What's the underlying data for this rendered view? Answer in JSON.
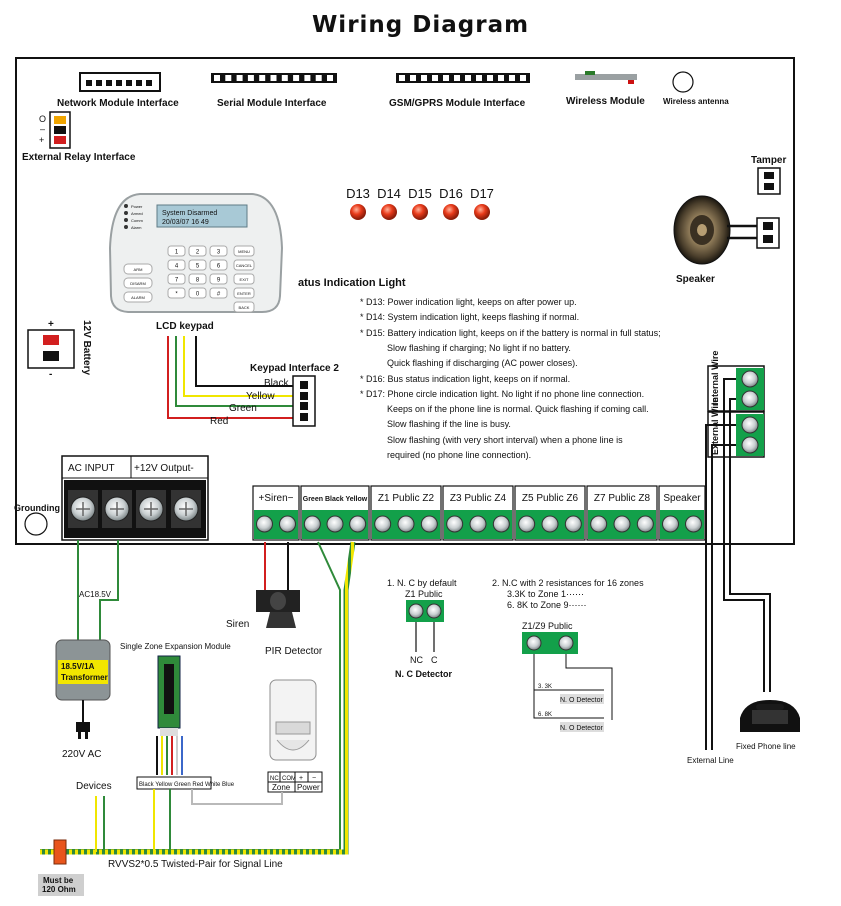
{
  "title": "Wiring Diagram",
  "board": {
    "network_module": "Network Module Interface",
    "serial_module": "Serial Module Interface",
    "gsm_module": "GSM/GPRS Module Interface",
    "wireless_module": "Wireless Module",
    "wireless_antenna": "Wireless antenna",
    "relay_interface": "External Relay Interface",
    "relay_pins": [
      "O",
      "–",
      "+"
    ],
    "tamper": "Tamper",
    "speaker": "Speaker",
    "lcd_keypad": "LCD keypad",
    "keypad_screen_line1": "System Disarmed",
    "keypad_screen_line2": "20/03/07 16 49",
    "keypad_indicators": [
      "Power",
      "Armed",
      "Comm",
      "Alarm"
    ],
    "keypad_side_keys": [
      "ARM",
      "DISARM",
      "ALARM"
    ],
    "keypad_nums": [
      "1",
      "2",
      "3",
      "4",
      "5",
      "6",
      "7",
      "8",
      "9",
      "*",
      "0",
      "#"
    ],
    "keypad_func_keys": [
      "MENU",
      "CANCEL",
      "EXIT",
      "ENTER",
      "BACK"
    ],
    "keypad_interface": "Keypad Interface 2",
    "wire_black": "Black",
    "wire_yellow": "Yellow",
    "wire_green": "Green",
    "wire_red": "Red",
    "battery": "12V Battery",
    "battery_plus": "+",
    "battery_minus": "-",
    "leds": [
      "D13",
      "D14",
      "D15",
      "D16",
      "D17"
    ],
    "status_title": "atus Indication Light",
    "internal_wire": "Internal Wire",
    "external_wire": "External Wire",
    "ac_input": "AC INPUT",
    "output_12v": "+12V Output-",
    "grounding": "Grounding"
  },
  "status_notes": [
    {
      "text": "D13: Power indication light, keeps on after power up.",
      "bullet": true
    },
    {
      "text": "D14: System indication light, keeps flashing if normal.",
      "bullet": true
    },
    {
      "text": "D15: Battery indication light, keeps on if the battery is normal in full status;",
      "bullet": true
    },
    {
      "text": "Slow flashing if charging; No light if no battery.",
      "bullet": false
    },
    {
      "text": "Quick flashing if discharging (AC power closes).",
      "bullet": false
    },
    {
      "text": "D16: Bus status indication light, keeps on if normal.",
      "bullet": true
    },
    {
      "text": "D17: Phone circle indication light. No light if no phone line connection.",
      "bullet": true
    },
    {
      "text": "Keeps on if the phone line is normal. Quick flashing if coming call.",
      "bullet": false
    },
    {
      "text": "Slow flashing if the line is busy.",
      "bullet": false
    },
    {
      "text": "Slow flashing (with very short interval) when a phone line is",
      "bullet": false
    },
    {
      "text": "required (no phone line connection).",
      "bullet": false
    }
  ],
  "terminals": [
    "+Siren−",
    "Green Black Yellow",
    "Z1 Public Z2",
    "Z3 Public Z4",
    "Z5 Public Z6",
    "Z7 Public Z8",
    "Speaker"
  ],
  "external": {
    "ac_label": "AC18.5V",
    "transformer_line1": "18.5V/1A",
    "transformer_line2": "Transformer",
    "mains": "220V AC",
    "siren": "Siren",
    "pir_detector": "PIR Detector",
    "expansion_module": "Single Zone Expansion Module",
    "expansion_wires": "Black Yellow Green Red White Blue",
    "pir_terms": [
      "NC",
      "COM",
      "+",
      "−"
    ],
    "pir_zone": "Zone",
    "pir_power": "Power",
    "devices": "Devices",
    "twisted_pair": "RVVS2*0.5 Twisted-Pair for Signal Line",
    "resistor_note": "Must be 120 Ohm",
    "nc_default": "1. N. C by default",
    "z1_public": "Z1 Public",
    "nc_label": "NC",
    "c_label": "C",
    "nc_detector": "N. C Detector",
    "nc_two_res": "2. N.C with 2 resistances for 16 zones",
    "res_33k": "3.3K to Zone 1⋯⋯",
    "res_68k": "6. 8K to Zone 9⋯⋯",
    "z1z9_public": "Z1/Z9 Public",
    "r1": "3. 3K",
    "r2": "6. 8K",
    "no_detector": "N. O Detector",
    "fixed_phone": "Fixed Phone line",
    "external_line": "External Line"
  },
  "colors": {
    "terminal_green": "#13a04a",
    "led_red": "#e83a1a",
    "wire_red": "#d21f1f",
    "wire_yellow": "#f0e600",
    "wire_green": "#2f8a3a",
    "wire_black": "#111111",
    "transformer_yellow": "#f2e600"
  }
}
